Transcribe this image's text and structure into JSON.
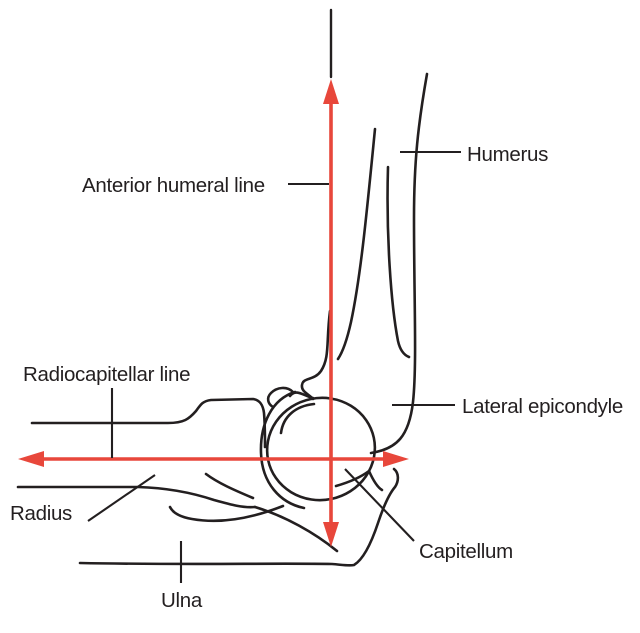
{
  "labels": {
    "humerus": "Humerus",
    "anterior_humeral_line": "Anterior humeral line",
    "radiocapitellar_line": "Radiocapitellar line",
    "lateral_epicondyle": "Lateral epicondyle",
    "radius": "Radius",
    "capitellum": "Capitellum",
    "ulna": "Ulna"
  },
  "colors": {
    "ink": "#231f20",
    "accent": "#e8473b",
    "bg": "#ffffff"
  }
}
